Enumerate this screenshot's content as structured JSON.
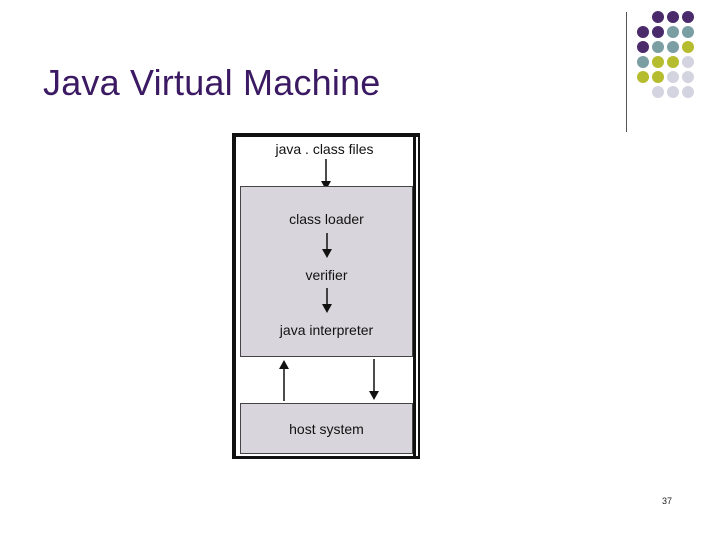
{
  "slide": {
    "title": "Java Virtual Machine",
    "page_number": "37"
  },
  "diagram": {
    "input_label": "java . class files",
    "jvm_steps": [
      "class loader",
      "verifier",
      "java interpreter"
    ],
    "host_label": "host system"
  },
  "decoration": {
    "dot_colors": {
      "purple": "#4b2a6b",
      "teal": "#7b9ea3",
      "olive": "#b5bc2e",
      "lavender": "#d4d3e0"
    }
  }
}
